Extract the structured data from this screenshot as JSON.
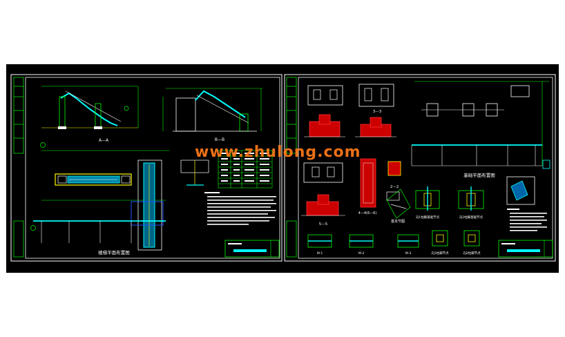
{
  "left_sheet": {
    "section_aa": "A—A",
    "section_bb": "B—B",
    "plan_title": "楼梯平面布置图"
  },
  "right_sheet": {
    "section_33": "3—3",
    "section_22": "2—2",
    "section_55": "5—5",
    "section_44": "4—4(6—6)",
    "plan_title": "基础平面布置图",
    "caption_a": "基本节图",
    "caption_b": "ZJ1柱脚基础节点",
    "caption_c": "ZJ2柱脚基础节点",
    "caption_d": "ZJ1柱脚节点",
    "caption_e": "ZJ2柱脚节点",
    "label_m1": "M-1",
    "label_m2": "M-2",
    "label_m3": "M-3"
  },
  "watermark": "www.zhulong.com",
  "colors": {
    "background": "#000000",
    "frame": "#ffffff",
    "line_green": "#00ff00",
    "line_yellow": "#ffff00",
    "line_cyan": "#00ffff",
    "line_red": "#ff0000",
    "watermark": "#ff7a1a"
  }
}
